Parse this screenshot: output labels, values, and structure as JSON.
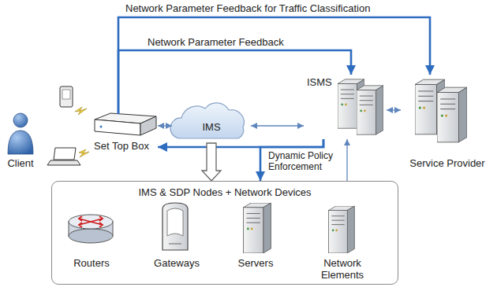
{
  "diagram": {
    "nodes": [
      {
        "text": [
          "Client"
        ]
      },
      {
        "text": [
          "Set Top Box"
        ]
      },
      {
        "text": [
          "IMS"
        ]
      },
      {
        "text": [
          "ISMS"
        ]
      },
      {
        "text": [
          "Service Provider"
        ]
      },
      {
        "text": [
          "IMS & SDP Nodes + Network Devices"
        ]
      },
      {
        "text": [
          "Routers"
        ],
        "in": 5
      },
      {
        "text": [
          "Gateways"
        ],
        "in": 5
      },
      {
        "text": [
          "Servers"
        ],
        "in": 5
      },
      {
        "text": [
          "Network Elements"
        ],
        "in": 5
      }
    ],
    "edges": [
      {
        "from": 1,
        "to": 4,
        "label": "Network Parameter Feedback for Traffic Classification",
        "arrow": "to"
      },
      {
        "from": 1,
        "to": 3,
        "label": "Network Parameter Feedback",
        "arrow": "to"
      },
      {
        "from": 1,
        "to": 2,
        "arrow": "both"
      },
      {
        "from": 2,
        "to": 3,
        "arrow": "both"
      },
      {
        "from": 3,
        "to": 4,
        "arrow": "both"
      },
      {
        "from": 3,
        "to": 1,
        "label": "Dynamic Policy Enforcement",
        "arrow": "to"
      },
      {
        "from": 3,
        "to": 5,
        "arrow": "to"
      },
      {
        "from": 2,
        "to": 5,
        "arrow": "to"
      },
      {
        "from": 5,
        "to": 3,
        "arrow": "to"
      }
    ]
  }
}
